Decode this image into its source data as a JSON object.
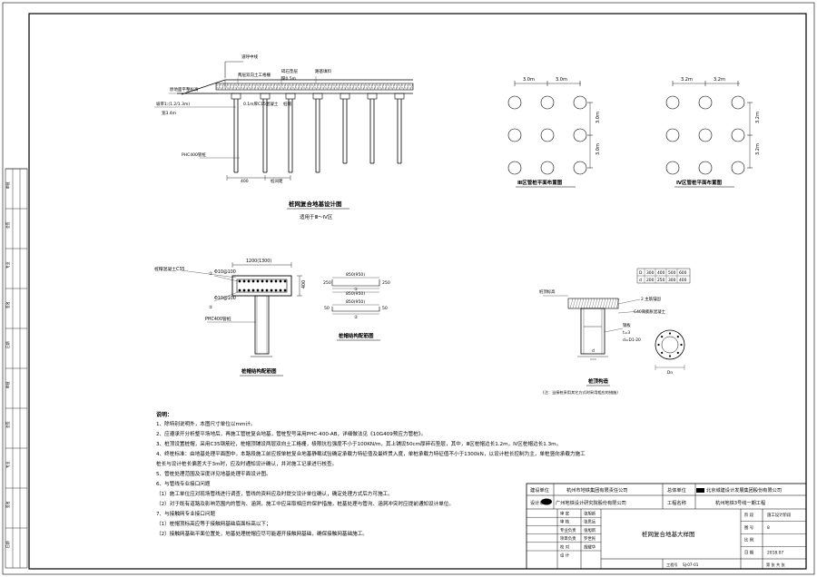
{
  "section": {
    "title": "桩网复合地基设计图",
    "subtitle": "适用于Ⅲ～Ⅳ区",
    "labels": {
      "road_cl": "道呼中线",
      "embank": "路基填料",
      "geogrid": "两层双向土工格栅",
      "gravel": "碎石垫层",
      "gravel_t": "厚0.5m",
      "ground_left": "原地面平整标高",
      "slope_left": "坡率1:(1.2/1.3m)",
      "berm": "宽3.4m",
      "tie_left": "0.1m厚C15混凝土",
      "cap": "桩帽",
      "pile": "PHC400管桩",
      "dim_400": "400",
      "pile_spacing": "桩间距"
    }
  },
  "zone3": {
    "title": "Ⅲ区管桩平面布置图",
    "sx": [
      "3.0m",
      "3.0m"
    ],
    "sy": [
      "3.0m",
      "3.0m"
    ]
  },
  "zone4": {
    "title": "Ⅳ区管桩平面布置图",
    "sx": [
      "3.2m",
      "3.2m"
    ],
    "sy": [
      "3.2m",
      "3.2m"
    ]
  },
  "cap_detail": {
    "title": "桩帽结构配筋图",
    "width": "1200(1300)",
    "h": "400",
    "concrete": "桩帽混凝土C35",
    "bar1": "Φ10@100",
    "bar2": "Φ10@100",
    "mk1": "①",
    "mk2": "②",
    "pile": "PHC400管桩"
  },
  "rebar_detail": {
    "title": "桩帽结构配筋图",
    "d1": "850(950)",
    "d2": "850(950)",
    "d3": "850(950)",
    "s250a": "250",
    "s250b": "250",
    "s50a": "50",
    "s50b": "50",
    "mk1": "①",
    "mk2": "②"
  },
  "joint_detail": {
    "title": "桩顶构造",
    "note": "(注：当接桩采用其它方式时采用相应的措施)",
    "table_head": [
      "D",
      "300",
      "400",
      "500",
      "600"
    ],
    "table_row": [
      "d",
      "200",
      "250",
      "300",
      "400"
    ],
    "labels": {
      "top": "桩顶标高",
      "pile_bar": "2 主筋锚固",
      "concrete": "C40微膨胀混凝土",
      "plate": "钢板",
      "t": "t=3",
      "dd": "d=D1-20",
      "d_lbl": "d",
      "dn": "Dn"
    }
  },
  "notes": {
    "heading": "说明：",
    "items": [
      "1、除特别说明外，本图尺寸单位以mm计。",
      "2、应遵承开分析整平场地后，再施工管桩复合地基，管桩型号采用PHC-400-AB，详细做法见《10G409预应力管桩》。",
      "3、桩顶设置桩帽，采用C35钢筋砼，桩帽顶铺设两层双向土工格栅，极限抗拉强度不小于100KN/m，其上铺设50cm厚碎石垫层，其中，Ⅲ区桩帽边长1.2m，Ⅳ区桩帽边长1.3m。",
      "4、终桩标准：由地基处理平面图中，本路段施工前应按单桩复合地基静载试验确定承载力特征值及最终贯入度，单桩承载力特征值不小于1300kN，以设计桩长控制为主，单桩竖向承载力施工",
      "   桩长与设计桩长偏差大于3m时，应及时通知设计确认，并对施工记录进行核查。",
      "5、管桩处理范围及深度详见地基处理平面设计图。",
      "6、与管线专业接口问题",
      "（1）施工单位应对现场管线进行调查，管线的资料应及时提交设计单位确认，确定处理方式后方可施工。",
      "（2）对于既有道路及影响范围内的管沟、涵洞，施工中应采取相应的保护措施，桩基处理与管沟、涵洞冲突时应提前通知设计单位。",
      "7、与接触网专业接口问题",
      "（1）桩帽顶标高应等于接触网基础底面标高以下；",
      "（2）接触网基础平面位置处，地基处理桩帽应尽可能避开接触网基础，确保接触网基础施工。"
    ]
  },
  "title_block": {
    "builder_label": "建设单位",
    "builder": "杭州市地铁集团有限责任公司",
    "chief_label": "总体单位",
    "chief": "北京城建设计发展集团股份有限公司",
    "designer_label": "设计单位",
    "designer": "广州地铁设计研究院股份有限公司",
    "project_label": "工程名称",
    "project": "杭州地铁3号线一期工程",
    "drawing_title": "桩网复合地基大样图",
    "roles": [
      "审 定",
      "审 核",
      "专业负责",
      "项目负责",
      "校 对",
      "设 计"
    ],
    "names": [
      "张旭新",
      "张思远",
      "张旭新",
      "罗世民",
      "胡耀华",
      ""
    ],
    "right_labels": [
      "阶 段",
      "图 号",
      "比 例",
      "日 期"
    ],
    "right_values": [
      "施工设计阶段",
      "8",
      "",
      "2018.07"
    ],
    "drawing_no_label": "工程号",
    "drawing_no": "SJ-07-01",
    "seal": "第  张 共  张"
  },
  "left_strip": {
    "cells": [
      "审批",
      "会签",
      "专业",
      "签名",
      "日期",
      "审批",
      "会签",
      "专业",
      "签名",
      "日期"
    ]
  }
}
